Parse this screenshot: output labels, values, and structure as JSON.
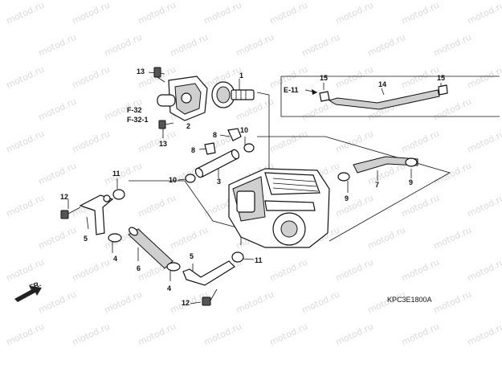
{
  "watermark": "motod.ru",
  "diagram_code": "KPC3E1800A",
  "front_label": "FR.",
  "refs": [
    "F-32",
    "F-32-1",
    "E-11"
  ],
  "part_labels": {
    "p1": "1",
    "p2": "2",
    "p3": "3",
    "p4a": "4",
    "p4b": "4",
    "p5a": "5",
    "p5b": "5",
    "p6": "6",
    "p7": "7",
    "p8a": "8",
    "p8b": "8",
    "p9a": "9",
    "p9b": "9",
    "p10a": "10",
    "p10b": "10",
    "p11a": "11",
    "p11b": "11",
    "p12a": "12",
    "p12b": "12",
    "p13a": "13",
    "p13b": "13",
    "p14": "14",
    "p15a": "15",
    "p15b": "15"
  }
}
